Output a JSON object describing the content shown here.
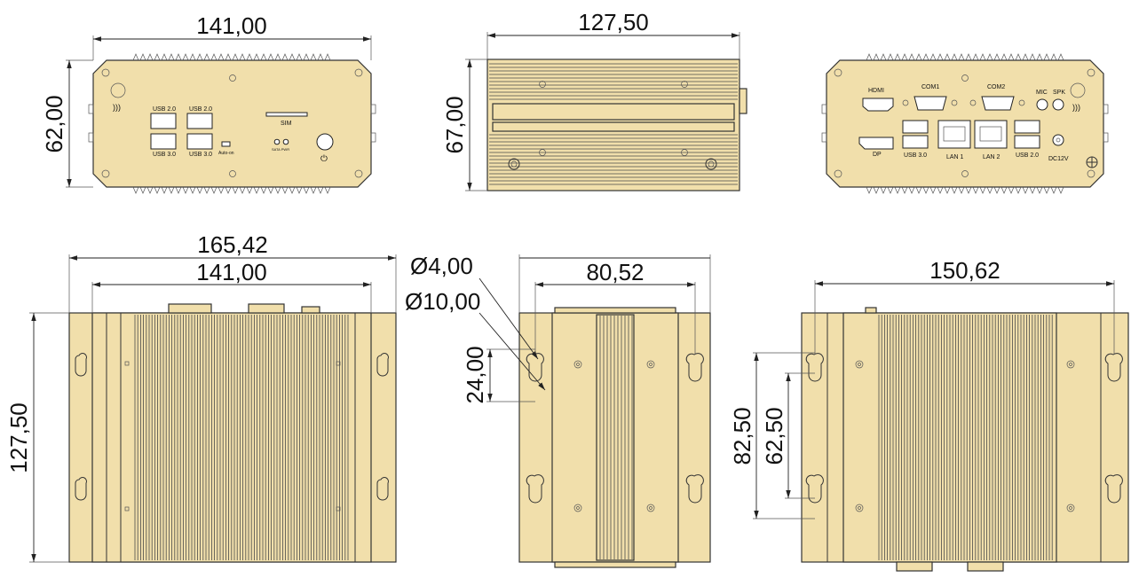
{
  "dimensions": {
    "front_width": "141,00",
    "front_height": "62,00",
    "side_length": "127,50",
    "side_height": "67,00",
    "top_overall_width": "165,42",
    "top_width": "141,00",
    "top_depth": "127,50",
    "hole_small": "Ø4,00",
    "hole_large": "Ø10,00",
    "bracket_hole_spacing": "80,52",
    "slot_length": "24,00",
    "bottom_width": "150,62",
    "bottom_outer_spacing": "82,50",
    "bottom_inner_spacing": "62,50"
  },
  "front_panel": {
    "usb_top_left": "USB 2.0",
    "usb_top_right": "USB 2.0",
    "usb_bottom_left": "USB 3.0",
    "usb_bottom_right": "USB 3.0",
    "sim": "SIM",
    "auto_on": "Auto-on",
    "led_labels": "SATA PWR"
  },
  "rear_panel": {
    "hdmi": "HDMI",
    "com1": "COM1",
    "com2": "COM2",
    "mic": "MIC",
    "spk": "SPK",
    "dp": "DP",
    "usb30": "USB 3.0",
    "lan1": "LAN 1",
    "lan2": "LAN 2",
    "usb20": "USB 2.0",
    "dc": "DC12V"
  }
}
